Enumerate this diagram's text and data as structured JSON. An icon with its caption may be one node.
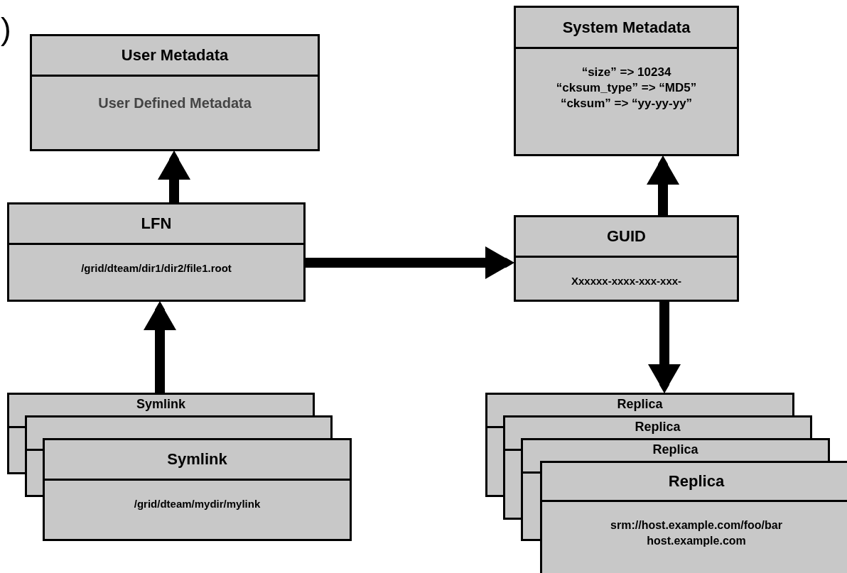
{
  "diagram": {
    "nodes": [
      {
        "text": [
          "User Metadata",
          "User Defined Metadata"
        ]
      },
      {
        "text": [
          "System Metadata",
          "“size” => 10234 “cksum_type” => “MD5” “cksum” => “yy-yy-yy”"
        ]
      },
      {
        "text": [
          "LFN",
          "/grid/dteam/dir1/dir2/file1.root"
        ]
      },
      {
        "text": [
          "GUID",
          "Xxxxxx-xxxx-xxx-xxx-"
        ]
      },
      {
        "text": [
          "Symlink"
        ]
      },
      {
        "text": [],
        "shape": "box"
      },
      {
        "text": [
          "Symlink",
          "/grid/dteam/mydir/mylink"
        ]
      },
      {
        "text": [
          "Replica"
        ]
      },
      {
        "text": [
          "Replica"
        ]
      },
      {
        "text": [
          "Replica"
        ]
      },
      {
        "text": [
          "Replica",
          "srm://host.example.com/foo/bar host.example.com"
        ]
      }
    ],
    "edges": [
      {
        "from": 2,
        "to": 0,
        "arrow": "to"
      },
      {
        "from": 2,
        "to": 3,
        "arrow": "to"
      },
      {
        "from": 4,
        "to": 2,
        "arrow": "to"
      },
      {
        "from": 3,
        "to": 1,
        "arrow": "to"
      },
      {
        "from": 3,
        "to": 7,
        "arrow": "to"
      }
    ],
    "labels": [
      ")"
    ]
  }
}
